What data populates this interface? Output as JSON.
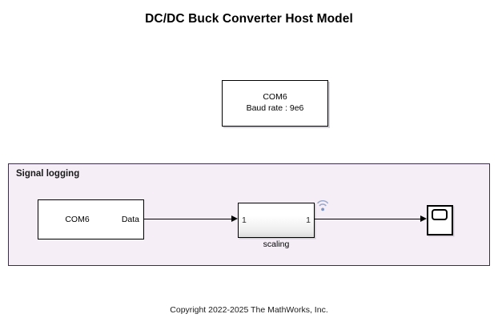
{
  "model": {
    "title": "DC/DC Buck Converter Host Model",
    "copyright": "Copyright 2022-2025 The MathWorks, Inc.",
    "canvas_background": "#ffffff"
  },
  "serial_config_block": {
    "name": "serial-configuration",
    "port_line": "COM6",
    "baud_line": "Baud rate : 9e6"
  },
  "signal_logging_area": {
    "label": "Signal logging",
    "background_color": "#f5eef7",
    "border_color": "#3b2f46"
  },
  "serial_receive_block": {
    "name": "COM6",
    "output_port_label": "Data"
  },
  "scaling_block": {
    "label": "scaling",
    "input_port_number": "1",
    "output_port_number": "1",
    "badge_icon": "signal-logging-badge-icon",
    "badge_color": "#8c9ec4"
  },
  "scope_block": {
    "name": "scope",
    "icon": "scope-icon"
  },
  "signals": [
    {
      "from": "serial-receive-block.Data",
      "to": "scaling-block.in1"
    },
    {
      "from": "scaling-block.out1",
      "to": "scope-block.in1"
    }
  ]
}
